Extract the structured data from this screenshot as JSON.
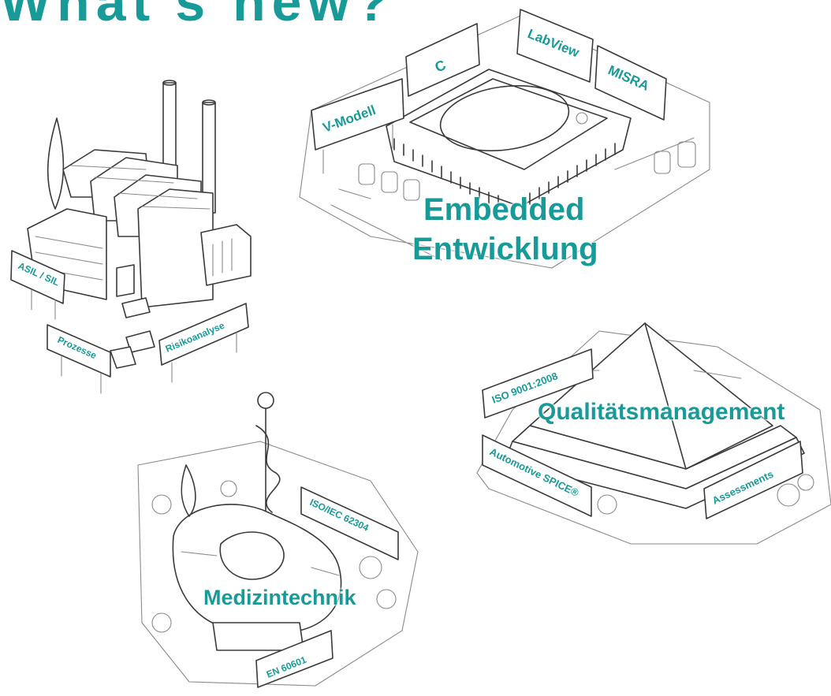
{
  "headline": "What's new?",
  "accent_color": "#179a98",
  "areas": {
    "embedded": {
      "title_line1": "Embedded",
      "title_line2": "Entwicklung",
      "signs": [
        "V-Modell",
        "C",
        "LabView",
        "MISRA"
      ]
    },
    "factory": {
      "signs": [
        "ASIL / SIL",
        "Prozesse",
        "Risikoanalyse"
      ]
    },
    "quality": {
      "title": "Qualitätsmanagement",
      "signs": [
        "ISO 9001:2008",
        "Automotive SPICE®",
        "Assessments"
      ]
    },
    "medical": {
      "title": "Medizintechnik",
      "signs": [
        "ISO/IEC 62304",
        "EN 60601"
      ]
    }
  }
}
